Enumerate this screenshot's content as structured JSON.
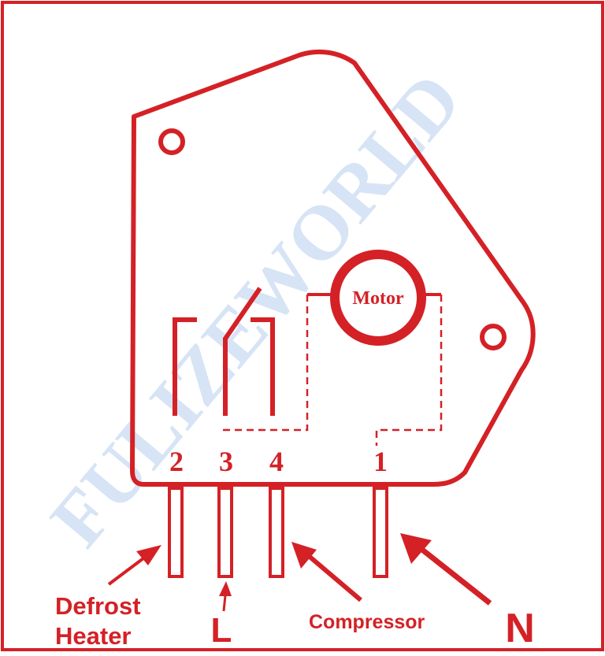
{
  "colors": {
    "primary": "#d42126",
    "watermark": "#cfe0f4",
    "background": "#ffffff"
  },
  "diagram": {
    "motor_label": "Motor",
    "terminals": [
      "2",
      "3",
      "4",
      "1"
    ],
    "labels": {
      "defrost_line1": "Defrost",
      "defrost_line2": "Heater",
      "line": "L",
      "compressor": "Compressor",
      "neutral": "N"
    },
    "watermark_text": "FULIZEWORLD"
  }
}
